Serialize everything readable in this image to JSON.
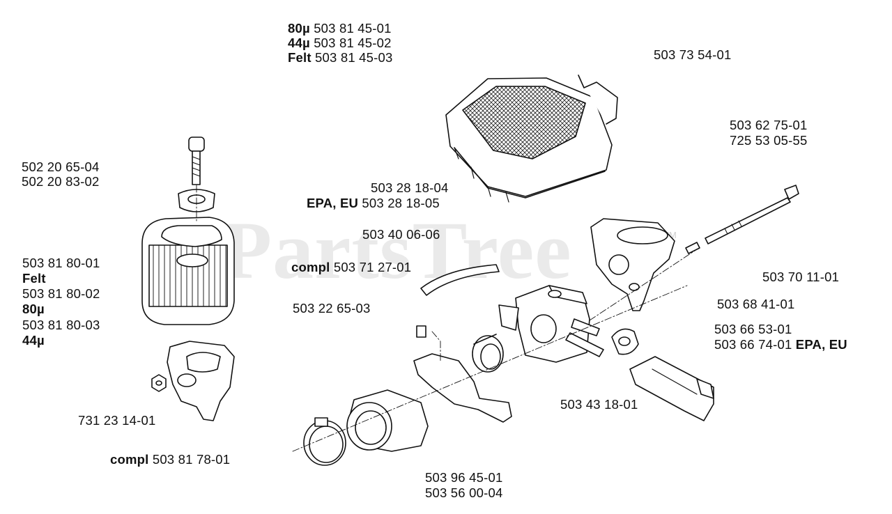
{
  "watermark": {
    "text": "PartsTree",
    "tm": "TM"
  },
  "labels": {
    "filter_top": [
      {
        "bold": "80µ",
        "num": "503 81 45-01"
      },
      {
        "bold": "44µ",
        "num": "503 81 45-02"
      },
      {
        "bold": "Felt",
        "num": "503 81 45-03"
      }
    ],
    "cover": "503 73 54-01",
    "bolt_pair": [
      "503 62 75-01",
      "725 53 05-55"
    ],
    "screw_pair": [
      "502 20 65-04",
      "502 20 83-02"
    ],
    "carb_pair": {
      "a": "503 28 18-04",
      "b_bold": "EPA, EU",
      "b": "503 28 18-05"
    },
    "hose": "503 40 06-06",
    "hose_compl": {
      "bold": "compl",
      "num": "503 71 27-01"
    },
    "filter_left": [
      {
        "text": "503 81 80-01",
        "bold": false
      },
      {
        "text": "Felt",
        "bold": true
      },
      {
        "text": "503 81 80-02",
        "bold": false
      },
      {
        "text": "80µ",
        "bold": true
      },
      {
        "text": "503 81 80-03",
        "bold": false
      },
      {
        "text": "44µ",
        "bold": true
      }
    ],
    "part_22": "503 22 65-03",
    "rod": "503 70 11-01",
    "gasket": "503 68 41-01",
    "lever_pair": {
      "a": "503 66 53-01",
      "b": "503 66 74-01",
      "b_bold": "EPA, EU"
    },
    "nut": "731 23 14-01",
    "base_compl": {
      "bold": "compl",
      "num": "503 81 78-01"
    },
    "plate": "503 43 18-01",
    "boot_pair": [
      "503 96 45-01",
      "503 56 00-04"
    ]
  }
}
